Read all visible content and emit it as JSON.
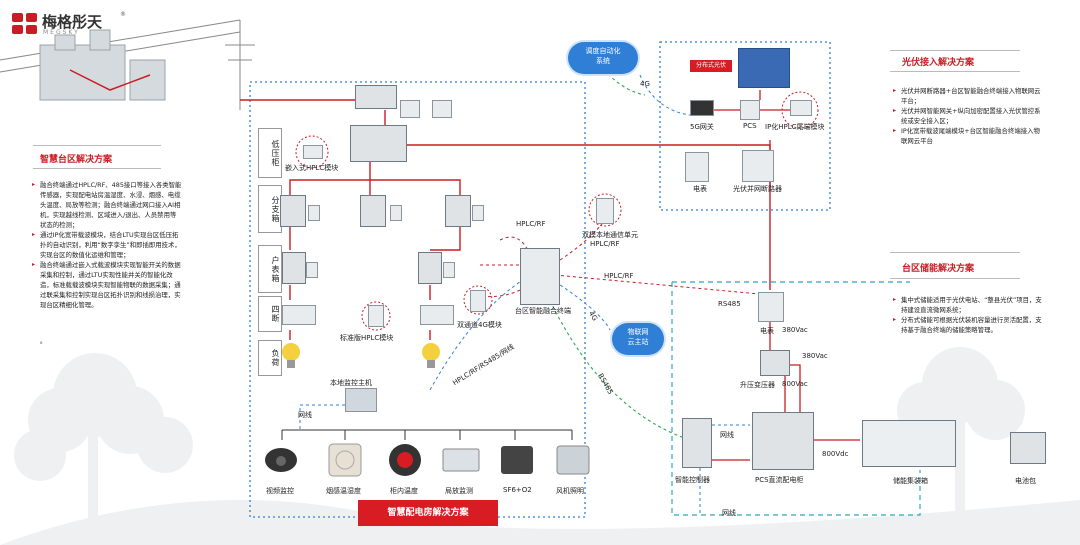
{
  "brand": {
    "name": "梅格彤天",
    "sub": "MEGSKY",
    "reg": "®",
    "accent": "#c81d24"
  },
  "left_panel": {
    "title": "智慧台区解决方案",
    "bullets": [
      "融合终端通过HPLC/RF、485接口等接入各类智能传感器，实现配电站房温湿度、水浸、烟感、电缆头温度、局放等检测；融合终端通过网口接入AI相机，实现越线检测、区域进入/退出、人员禁用等状态的检测；",
      "通过IP化宽带载波模块，结合LTU实现台区低压拓扑的自动识别，利用“数字孪生”和即插即用技术，实现台区的数值化运维和管理；",
      "融合终端通过嵌入式载波模块实现智能开关的数据采集和控制，通过LTU实现性能并关的智能化改造，标准载载波模块实现智能物联的数据采集；通过联采集和控制实现台区拓扑识别和线损治理，实现台区精细化管理。"
    ],
    "dot": "。"
  },
  "right_top_panel": {
    "title": "光伏接入解决方案",
    "bullets": [
      "光伏并网断路器+台区智能融合终端接入物联网云平台；",
      "光伏并网智能网关+纵向加密配置接入光伏管控系统或安全接入区；",
      "IP化宽带载波尾端模块+台区智能融合终端接入物联网云平台"
    ]
  },
  "right_bottom_panel": {
    "title": "台区储能解决方案",
    "bullets": [
      "集中式储能适用于光伏电站、“整县光伏”项目，支持建设直流微网系统；",
      "分布式储能可根据光伏装机容量进行灵活配置，支持基于融合终端的储能策略管理。"
    ]
  },
  "side_labels": [
    "低压柜",
    "分支箱",
    "户表箱",
    "四断",
    "负荷"
  ],
  "labels": {
    "embedded_hplc": "嵌入式HPLC模块",
    "standard_hplc": "标准版HPLC模块",
    "dual_4g": "双通道4G模块",
    "fusion_terminal": "台区智能融合终端",
    "dual_comm": "双模本地通信单元",
    "hplc_rf_1": "HPLC/RF",
    "hplc_rf_2": "HPLC/RF",
    "hplc_rf_3": "HPLC/RF",
    "hplc_rf_485": "HPLC/RF/RS485/网线",
    "local_host": "本地监控主机",
    "net_cable": "网线",
    "g4_1": "4G",
    "g4_2": "4G",
    "rs485_1": "RS485",
    "rs485_2": "RS485",
    "dispatch_cloud": "调度自动化\n系统",
    "iot_cloud": "物联网\n云主站",
    "pv_banner": "分布式光伏",
    "gw_5g": "5G网关",
    "pcs": "PCS",
    "ip_hplc": "IP化HPLC尾端模块",
    "meter": "电表",
    "pv_breaker": "光伏并网断路器",
    "meter2": "电表",
    "v380_1": "380Vac",
    "v380_2": "380Vac",
    "step_up": "升压变压器",
    "v800": "800Vac",
    "v800dc": "800Vdc",
    "net_cable2": "网线",
    "net_cable3": "网线",
    "smart_ctrl": "智能控制器",
    "pcs_cab": "PCS直流配电柜",
    "storage": "储能集装箱",
    "battery": "电池包"
  },
  "sensors": [
    "视频监控",
    "烟感温湿度",
    "柜内温度",
    "局放监测",
    "SF6+O2",
    "风机照明"
  ],
  "bottom_banner": "智慧配电房解决方案",
  "colors": {
    "red": "#c81d24",
    "blue": "#2f7fd6",
    "green": "#2fa84f",
    "dark": "#222222"
  }
}
